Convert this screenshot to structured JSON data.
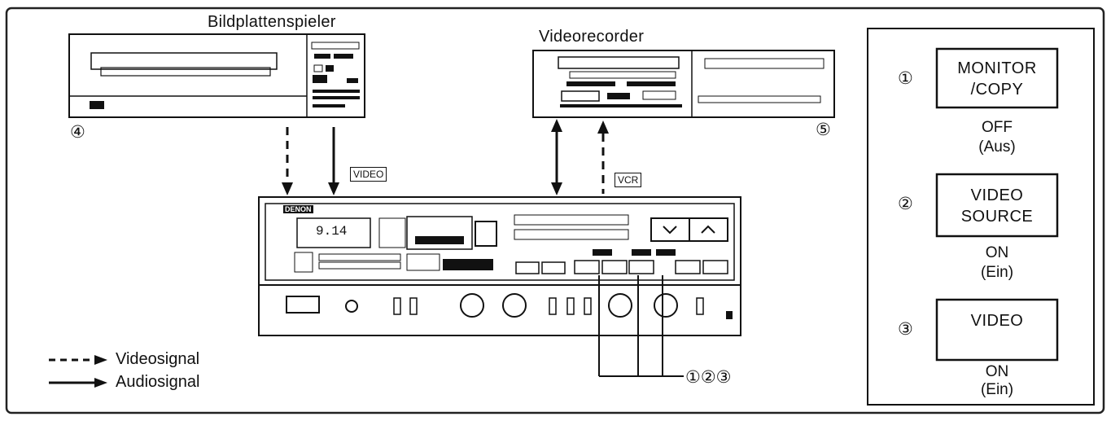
{
  "devices": {
    "disc_player": {
      "label": "Bildplattenspieler",
      "number": "④"
    },
    "vcr": {
      "label": "Videorecorder",
      "number": "⑤"
    },
    "receiver": {
      "brand": "DENON",
      "display": "9.14"
    }
  },
  "signal_labels": {
    "video": "VIDEO",
    "vcr": "VCR"
  },
  "callout": "①②③",
  "legend": {
    "video_signal": "Videosignal",
    "audio_signal": "Audiosignal"
  },
  "buttons": [
    {
      "number": "①",
      "line1": "MONITOR",
      "line2": "/COPY",
      "state": "OFF",
      "state_sub": "(Aus)"
    },
    {
      "number": "②",
      "line1": "VIDEO",
      "line2": "SOURCE",
      "state": "ON",
      "state_sub": "(Ein)"
    },
    {
      "number": "③",
      "line1": "VIDEO",
      "line2": "",
      "state": "ON",
      "state_sub": "(Ein)"
    }
  ]
}
